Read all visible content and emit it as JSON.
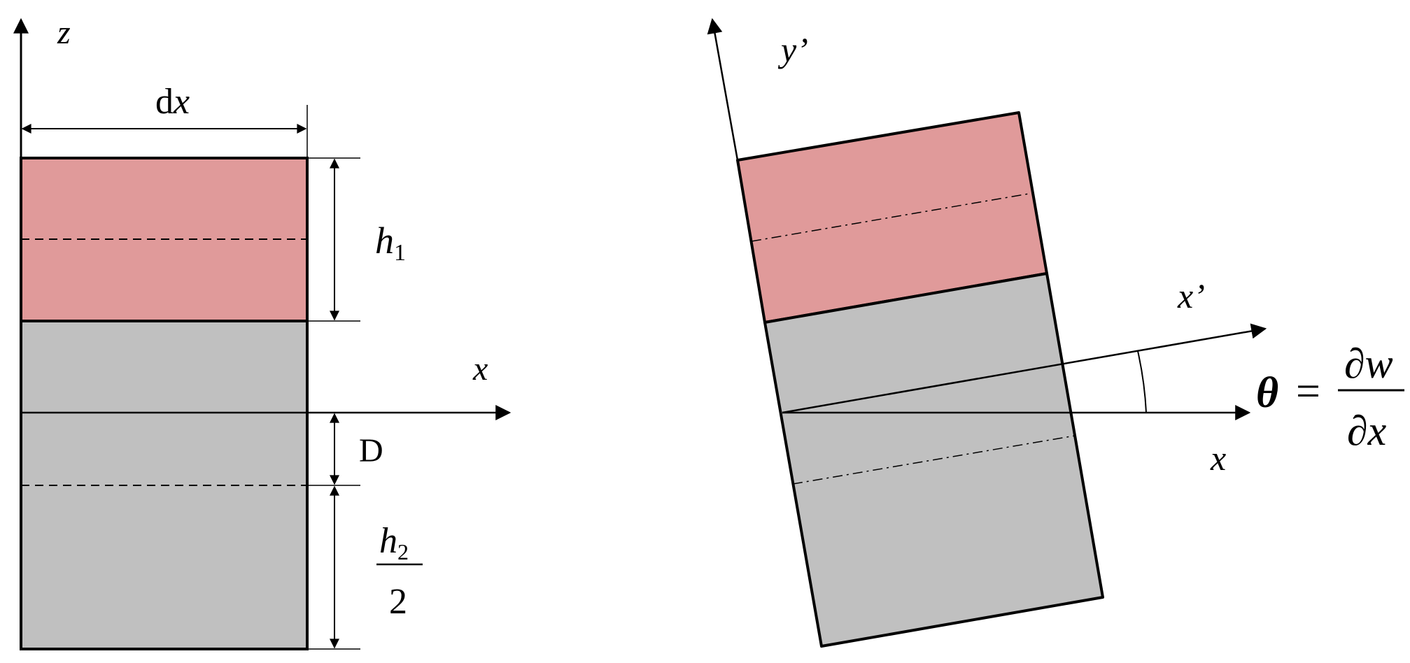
{
  "colors": {
    "top_layer": "#e09a9a",
    "bottom_layer": "#c0c0c0",
    "stroke": "#000000",
    "background": "#ffffff"
  },
  "left": {
    "z_label": "z",
    "x_label": "x",
    "dx_label": {
      "prefix": "d",
      "var": "x"
    },
    "h1_label": {
      "var": "h",
      "sub": "1"
    },
    "D_label": "D",
    "h2_label": {
      "var": "h",
      "sub": "2",
      "den": "2"
    }
  },
  "right": {
    "y_prime_label": "y’",
    "x_prime_label": "x’",
    "x_label": "x",
    "theta_eq": {
      "theta": "θ",
      "eq": "=",
      "num_d": "∂",
      "num_var": "w",
      "den_d": "∂",
      "den_var": "x"
    }
  }
}
